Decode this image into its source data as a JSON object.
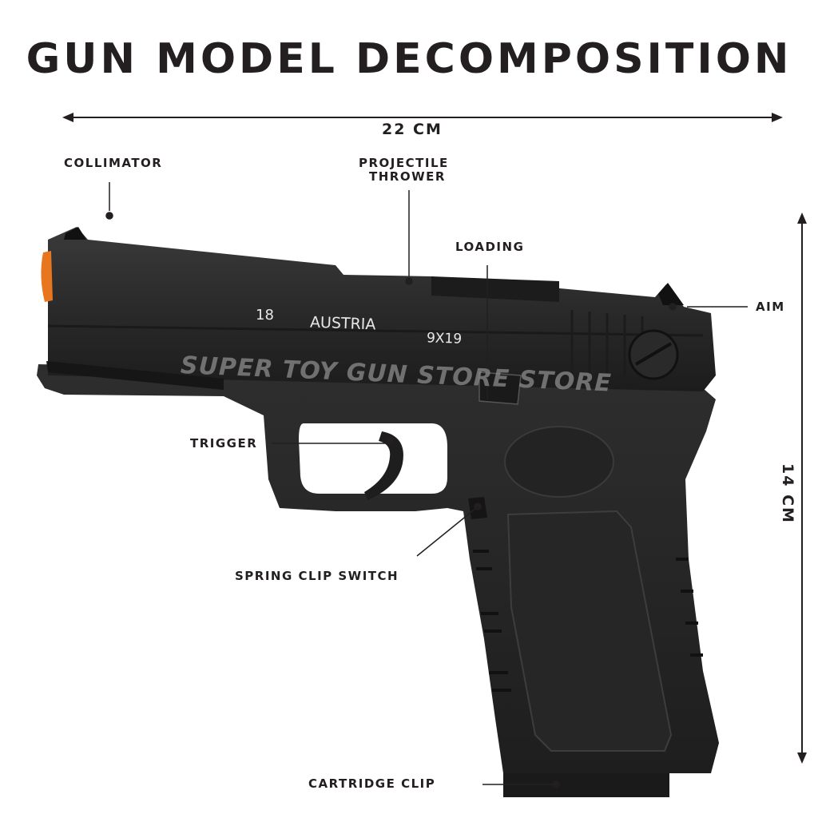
{
  "title": "GUN MODEL DECOMPOSITION",
  "dimensions": {
    "width": "22 CM",
    "height": "14 CM"
  },
  "gun_markings": {
    "model": "18",
    "country": "AUSTRIA",
    "caliber": "9X19"
  },
  "watermark": "SUPER TOY GUN STORE STORE",
  "labels": {
    "collimator": "COLLIMATOR",
    "projectile_thrower_line1": "PROJECTILE",
    "projectile_thrower_line2": "THROWER",
    "loading": "LOADING",
    "aim": "AIM",
    "trigger": "TRIGGER",
    "spring_clip_switch": "SPRING CLIP SWITCH",
    "cartridge_clip": "CARTRIDGE CLIP"
  },
  "colors": {
    "text": "#231f20",
    "gun_body": "#2b2b2b",
    "muzzle_tip": "#e8761e"
  }
}
